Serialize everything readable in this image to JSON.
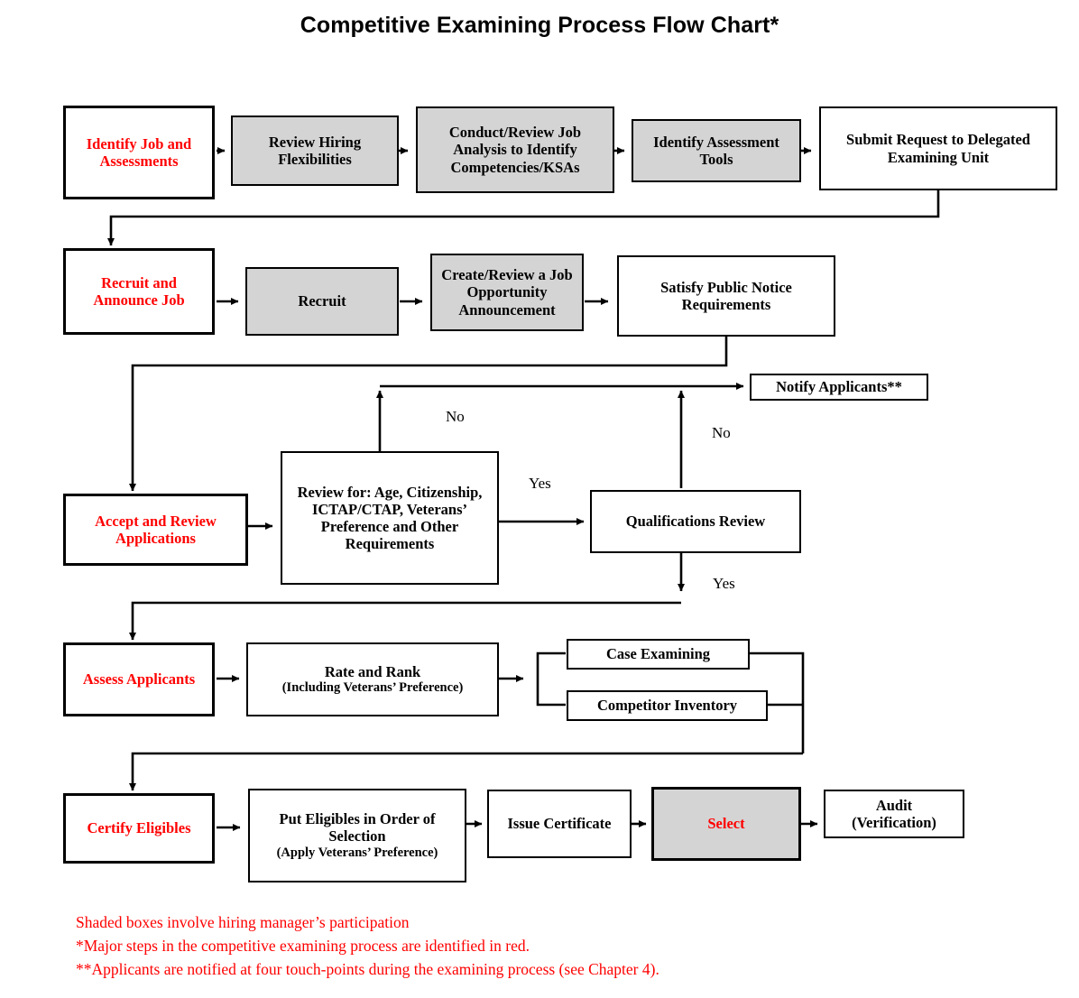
{
  "title": "Competitive Examining Process Flow Chart*",
  "colors": {
    "red": "#ff0000",
    "shade": "#d4d4d4",
    "line": "#000000",
    "background": "#ffffff"
  },
  "nodes": {
    "identify_job": {
      "label": "Identify Job and Assessments",
      "style": "major",
      "shaded": false
    },
    "review_hiring": {
      "label": "Review Hiring Flexibilities",
      "style": "normal",
      "shaded": true
    },
    "conduct_review": {
      "label": "Conduct/Review Job Analysis to Identify Competencies/KSAs",
      "style": "normal",
      "shaded": true
    },
    "identify_tools": {
      "label": "Identify Assessment Tools",
      "style": "normal",
      "shaded": true
    },
    "submit_request": {
      "label": "Submit Request to Delegated Examining Unit",
      "style": "normal",
      "shaded": false
    },
    "recruit_announce": {
      "label": "Recruit and Announce Job",
      "style": "major",
      "shaded": false
    },
    "recruit": {
      "label": "Recruit",
      "style": "normal",
      "shaded": true
    },
    "create_joa": {
      "label": "Create/Review a Job Opportunity Announcement",
      "style": "normal",
      "shaded": true
    },
    "satisfy_public": {
      "label": "Satisfy Public Notice Requirements",
      "style": "normal",
      "shaded": false
    },
    "notify_applicants": {
      "label": "Notify Applicants**",
      "style": "normal",
      "shaded": false
    },
    "accept_review": {
      "label": "Accept and Review Applications",
      "style": "major",
      "shaded": false
    },
    "review_for": {
      "label": "Review for: Age, Citizenship, ICTAP/CTAP, Veterans’ Preference and Other Requirements",
      "style": "normal",
      "shaded": false
    },
    "qualifications_review": {
      "label": "Qualifications Review",
      "style": "normal",
      "shaded": false
    },
    "assess_applicants": {
      "label": "Assess Applicants",
      "style": "major",
      "shaded": false
    },
    "rate_rank": {
      "label": "Rate and Rank",
      "sub": "(Including Veterans’ Preference)",
      "style": "normal",
      "shaded": false
    },
    "case_examining": {
      "label": "Case Examining",
      "style": "normal",
      "shaded": false
    },
    "competitor_inventory": {
      "label": "Competitor Inventory",
      "style": "normal",
      "shaded": false
    },
    "certify_eligibles": {
      "label": "Certify Eligibles",
      "style": "major",
      "shaded": false
    },
    "put_eligibles": {
      "label": "Put Eligibles in Order of Selection",
      "sub": "(Apply Veterans’ Preference)",
      "style": "normal",
      "shaded": false
    },
    "issue_certificate": {
      "label": "Issue Certificate",
      "style": "normal",
      "shaded": false
    },
    "select": {
      "label": "Select",
      "style": "major-shaded",
      "shaded": true
    },
    "audit": {
      "label": "Audit",
      "sub": "(Verification)",
      "style": "normal",
      "shaded": false
    }
  },
  "edge_labels": {
    "no_left": "No",
    "no_right": "No",
    "yes_left": "Yes",
    "yes_bottom": "Yes"
  },
  "footnotes": [
    "Shaded boxes involve hiring manager’s participation",
    "*Major steps in the competitive examining process are identified in red.",
    "**Applicants are notified at four touch-points during the examining process (see Chapter 4)."
  ]
}
